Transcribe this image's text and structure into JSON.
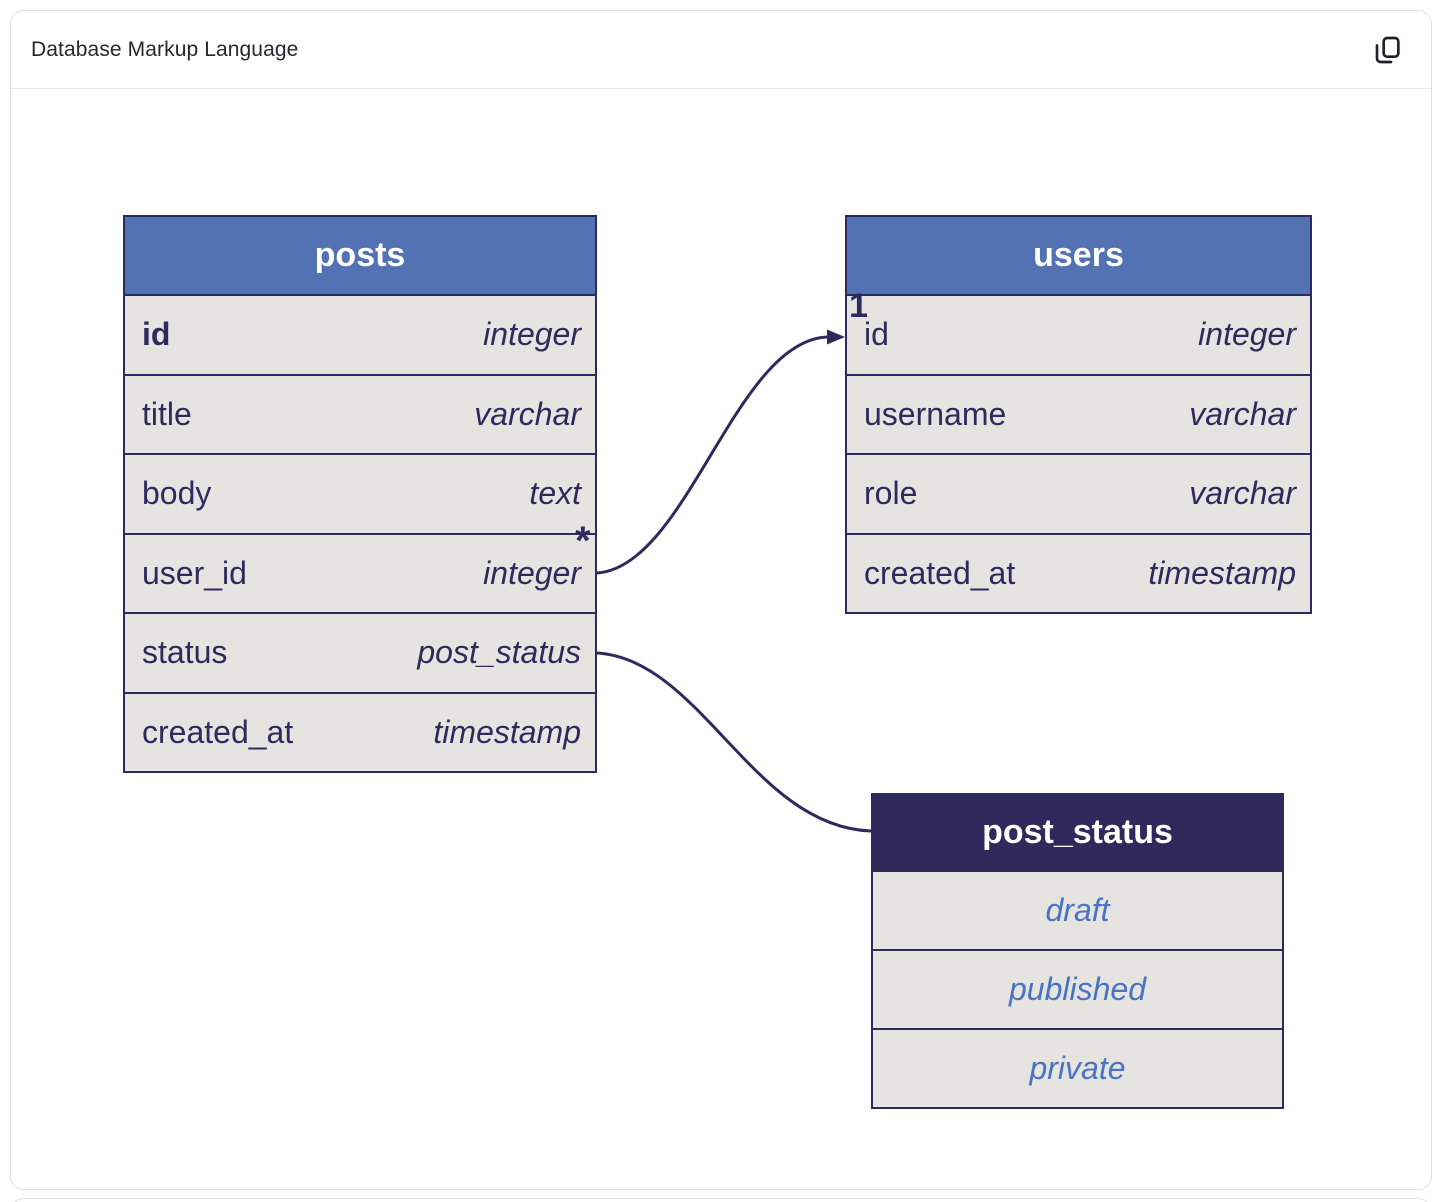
{
  "card": {
    "title": "Database Markup Language"
  },
  "colors": {
    "table_header_blue": "#5272b4",
    "enum_header_navy": "#2e2a5c",
    "row_background": "#e6e4e0",
    "border_navy": "#2e2a5c",
    "field_text_navy": "#2e2a5e",
    "enum_value_blue": "#4a73c1",
    "card_border": "#dfe0e4",
    "title_text": "#24292e"
  },
  "diagram": {
    "tables": [
      {
        "name": "posts",
        "fields": [
          {
            "name": "id",
            "type": "integer"
          },
          {
            "name": "title",
            "type": "varchar"
          },
          {
            "name": "body",
            "type": "text"
          },
          {
            "name": "user_id",
            "type": "integer"
          },
          {
            "name": "status",
            "type": "post_status"
          },
          {
            "name": "created_at",
            "type": "timestamp"
          }
        ]
      },
      {
        "name": "users",
        "fields": [
          {
            "name": "id",
            "type": "integer"
          },
          {
            "name": "username",
            "type": "varchar"
          },
          {
            "name": "role",
            "type": "varchar"
          },
          {
            "name": "created_at",
            "type": "timestamp"
          }
        ]
      },
      {
        "name": "post_status",
        "values": [
          "draft",
          "published",
          "private"
        ]
      }
    ],
    "relations": [
      {
        "from": "posts.user_id",
        "to": "users.id",
        "many_label": "*",
        "one_label": "1"
      },
      {
        "from": "posts.status",
        "to": "post_status"
      }
    ]
  }
}
